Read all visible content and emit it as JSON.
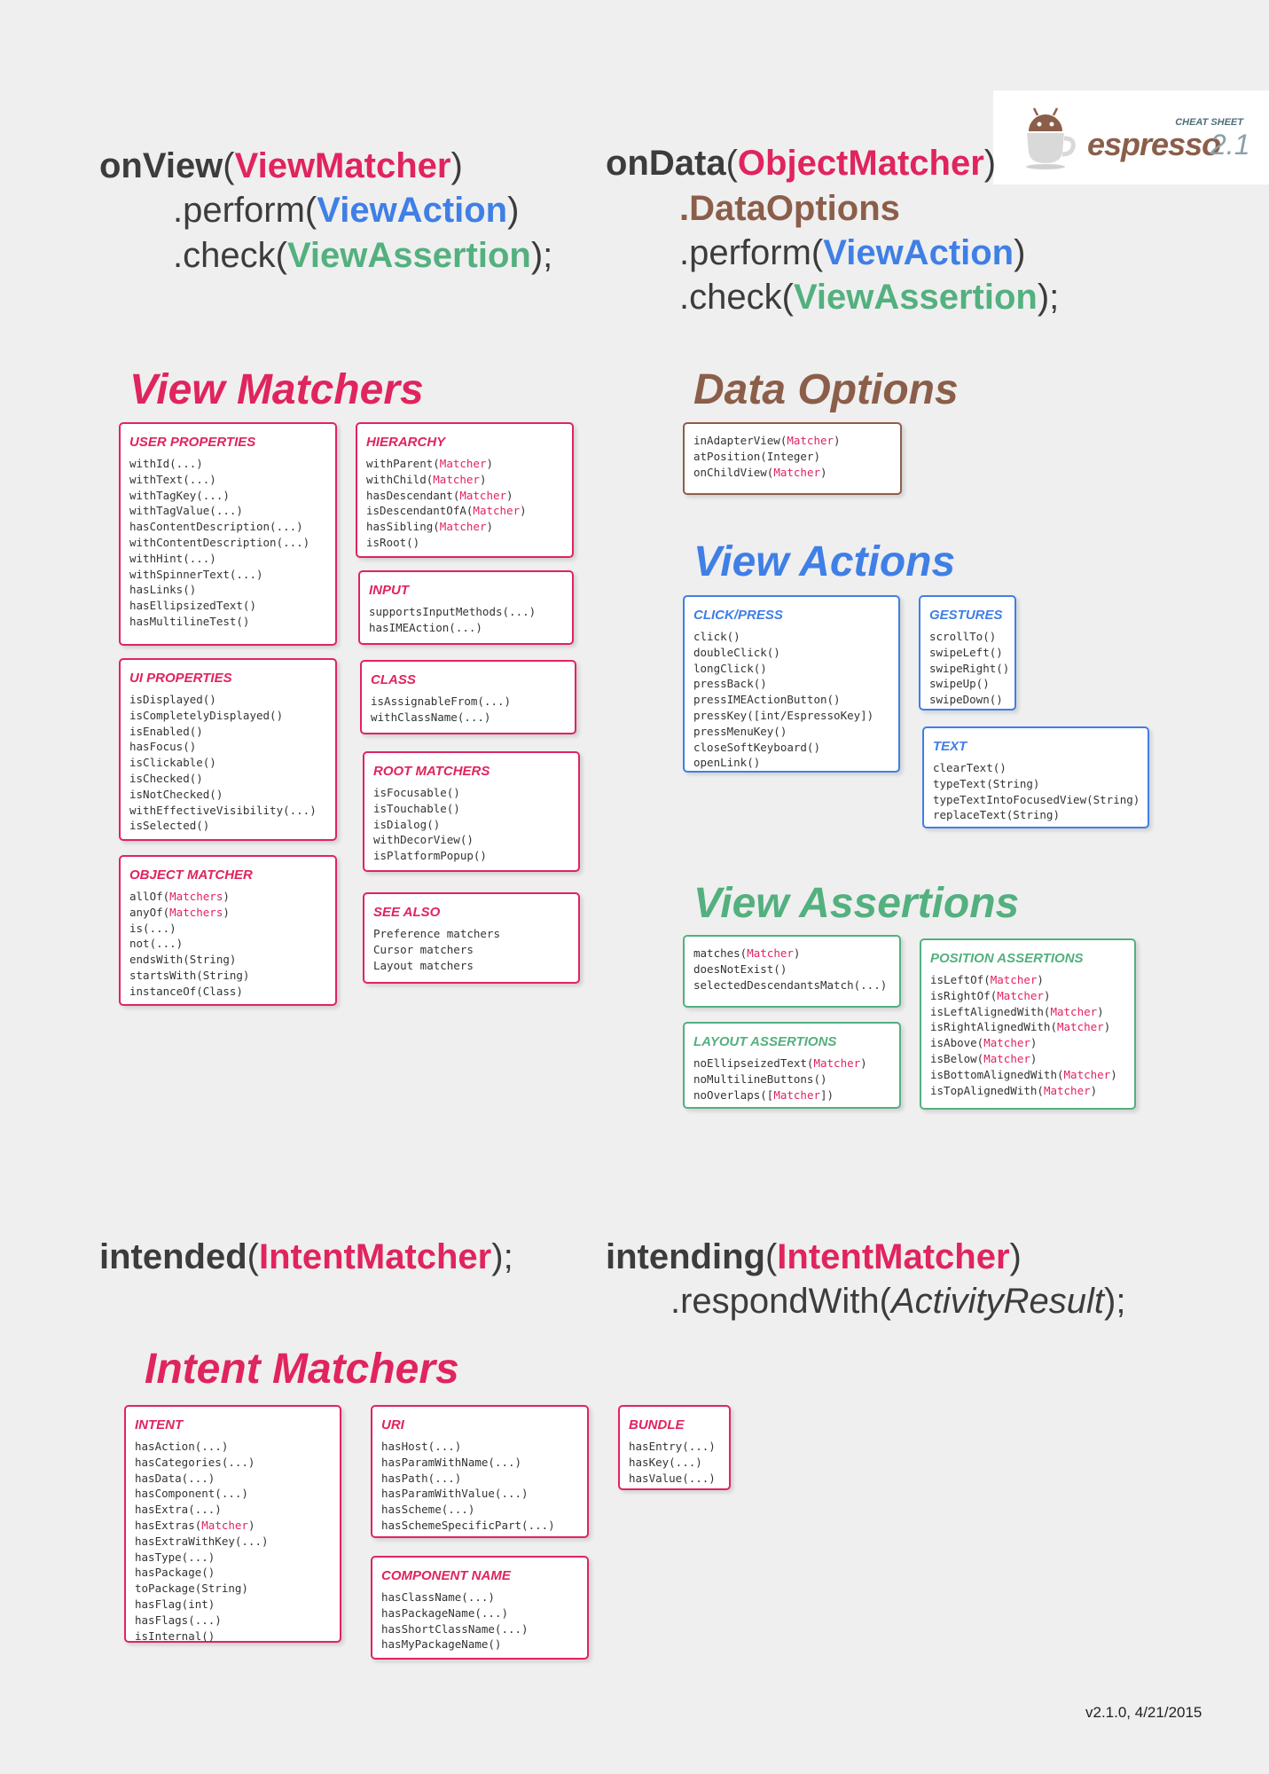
{
  "colors": {
    "pink": "#e0245e",
    "blue": "#3f7fe6",
    "green": "#53b07f",
    "brown": "#8b5e4a",
    "text": "#3c3c3c",
    "background": "#efefef"
  },
  "logo": {
    "label": "CHEAT SHEET",
    "name": "espresso",
    "version": "2.1",
    "icon": "android-coffee-cup-icon"
  },
  "headers": {
    "onview": {
      "fn": "onView",
      "arg": "ViewMatcher",
      "perform": ".perform(",
      "perform_arg": "ViewAction",
      "check": ".check(",
      "check_arg": "ViewAssertion"
    },
    "ondata": {
      "fn": "onData",
      "arg": "ObjectMatcher",
      "options": ".DataOptions",
      "perform": ".perform(",
      "perform_arg": "ViewAction",
      "check": ".check(",
      "check_arg": "ViewAssertion"
    },
    "intended": {
      "fn": "intended",
      "arg": "IntentMatcher"
    },
    "intending": {
      "fn": "intending",
      "arg": "IntentMatcher",
      "respond": ".respondWith(",
      "respond_arg": "ActivityResult"
    }
  },
  "section_titles": {
    "view_matchers": "View Matchers",
    "data_options": "Data Options",
    "view_actions": "View Actions",
    "view_assertions": "View Assertions",
    "intent_matchers": "Intent Matchers"
  },
  "cards": {
    "user_properties": {
      "title": "USER PROPERTIES",
      "items": [
        "withId(...)",
        "withText(...)",
        "withTagKey(...)",
        "withTagValue(...)",
        "hasContentDescription(...)",
        "withContentDescription(...)",
        "withHint(...)",
        "withSpinnerText(...)",
        "hasLinks()",
        "hasEllipsizedText()",
        "hasMultilineTest()"
      ]
    },
    "ui_properties": {
      "title": "UI PROPERTIES",
      "items": [
        "isDisplayed()",
        "isCompletelyDisplayed()",
        "isEnabled()",
        "hasFocus()",
        "isClickable()",
        "isChecked()",
        "isNotChecked()",
        "withEffectiveVisibility(...)",
        "isSelected()"
      ]
    },
    "object_matcher": {
      "title": "OBJECT MATCHER",
      "items": [
        "allOf(|Matchers|)",
        "anyOf(|Matchers|)",
        "is(...)",
        "not(...)",
        "endsWith(String)",
        "startsWith(String)",
        "instanceOf(Class)"
      ]
    },
    "hierarchy": {
      "title": "HIERARCHY",
      "items": [
        "withParent(|Matcher|)",
        "withChild(|Matcher|)",
        "hasDescendant(|Matcher|)",
        "isDescendantOfA(|Matcher|)",
        "hasSibling(|Matcher|)",
        "isRoot()"
      ]
    },
    "input": {
      "title": "INPUT",
      "items": [
        "supportsInputMethods(...)",
        "hasIMEAction(...)"
      ]
    },
    "class": {
      "title": "CLASS",
      "items": [
        "isAssignableFrom(...)",
        "withClassName(...)"
      ]
    },
    "root_matchers": {
      "title": "ROOT MATCHERS",
      "items": [
        "isFocusable()",
        "isTouchable()",
        "isDialog()",
        "withDecorView()",
        "isPlatformPopup()"
      ]
    },
    "see_also": {
      "title": "SEE ALSO",
      "items": [
        "Preference matchers",
        "Cursor matchers",
        "Layout matchers"
      ]
    },
    "data_options": {
      "title": "",
      "items": [
        "inAdapterView(|Matcher|)",
        "atPosition(Integer)",
        "onChildView(|Matcher|)"
      ]
    },
    "click_press": {
      "title": "CLICK/PRESS",
      "items": [
        "click()",
        "doubleClick()",
        "longClick()",
        "pressBack()",
        "pressIMEActionButton()",
        "pressKey([int/EspressoKey])",
        "pressMenuKey()",
        "closeSoftKeyboard()",
        "openLink()"
      ]
    },
    "gestures": {
      "title": "GESTURES",
      "items": [
        "scrollTo()",
        "swipeLeft()",
        "swipeRight()",
        "swipeUp()",
        "swipeDown()"
      ]
    },
    "text": {
      "title": "TEXT",
      "items": [
        "clearText()",
        "typeText(String)",
        "typeTextIntoFocusedView(String)",
        "replaceText(String)"
      ]
    },
    "assertions": {
      "title": "",
      "items": [
        "matches(|Matcher|)",
        "doesNotExist()",
        "selectedDescendantsMatch(...)"
      ]
    },
    "layout_assertions": {
      "title": "LAYOUT ASSERTIONS",
      "items": [
        "noEllipseizedText(|Matcher|)",
        "noMultilineButtons()",
        "noOverlaps([|Matcher|])"
      ]
    },
    "position_assertions": {
      "title": "POSITION ASSERTIONS",
      "items": [
        "isLeftOf(|Matcher|)",
        "isRightOf(|Matcher|)",
        "isLeftAlignedWith(|Matcher|)",
        "isRightAlignedWith(|Matcher|)",
        "isAbove(|Matcher|)",
        "isBelow(|Matcher|)",
        "isBottomAlignedWith(|Matcher|)",
        "isTopAlignedWith(|Matcher|)"
      ]
    },
    "intent": {
      "title": "INTENT",
      "items": [
        "hasAction(...)",
        "hasCategories(...)",
        "hasData(...)",
        "hasComponent(...)",
        "hasExtra(...)",
        "hasExtras(|Matcher|)",
        "hasExtraWithKey(...)",
        "hasType(...)",
        "hasPackage()",
        "toPackage(String)",
        "hasFlag(int)",
        "hasFlags(...)",
        "isInternal()"
      ]
    },
    "uri": {
      "title": "URI",
      "items": [
        "hasHost(...)",
        "hasParamWithName(...)",
        "hasPath(...)",
        "hasParamWithValue(...)",
        "hasScheme(...)",
        "hasSchemeSpecificPart(...)"
      ]
    },
    "component_name": {
      "title": "COMPONENT NAME",
      "items": [
        "hasClassName(...)",
        "hasPackageName(...)",
        "hasShortClassName(...)",
        "hasMyPackageName()"
      ]
    },
    "bundle": {
      "title": "BUNDLE",
      "items": [
        "hasEntry(...)",
        "hasKey(...)",
        "hasValue(...)"
      ]
    }
  },
  "footer": {
    "version": "v2.1.0, 4/21/2015"
  }
}
